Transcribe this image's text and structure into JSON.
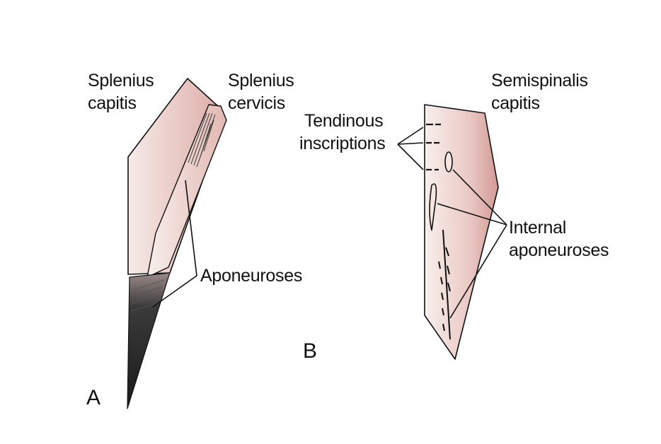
{
  "panel_a": {
    "letter": "A",
    "label_splenius_capitis_1": "Splenius",
    "label_splenius_capitis_2": "capitis",
    "label_splenius_cervicis_1": "Splenius",
    "label_splenius_cervicis_2": "cervicis",
    "label_aponeuroses": "Aponeuroses"
  },
  "panel_b": {
    "letter": "B",
    "label_semispinalis_1": "Semispinalis",
    "label_semispinalis_2": "capitis",
    "label_tendinous_1": "Tendinous",
    "label_tendinous_2": "inscriptions",
    "label_internal_1": "Internal",
    "label_internal_2": "aponeuroses"
  },
  "colors": {
    "muscle_light": "#f3e3df",
    "muscle_dark": "#d8a5a0",
    "outline": "#111111",
    "aponeurosis": "#2a2a2a"
  }
}
